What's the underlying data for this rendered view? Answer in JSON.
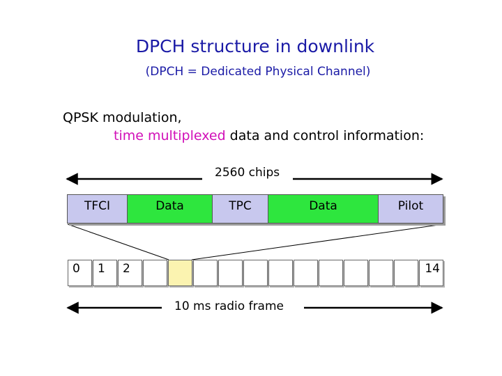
{
  "title": "DPCH structure in downlink",
  "subtitle": "(DPCH = Dedicated Physical Channel)",
  "description": {
    "line1": "QPSK modulation,",
    "line2_highlight": "time multiplexed",
    "line2_rest": " data and control information:"
  },
  "chips_label": "2560 chips",
  "frame_label": "10 ms radio frame",
  "fields": [
    {
      "label": "TFCI",
      "color": "#c8c8ee"
    },
    {
      "label": "Data",
      "color": "#2ee63e"
    },
    {
      "label": "TPC",
      "color": "#c8c8ee"
    },
    {
      "label": "Data",
      "color": "#2ee63e"
    },
    {
      "label": "Pilot",
      "color": "#c8c8ee"
    }
  ],
  "slots": {
    "labels": [
      "0",
      "1",
      "2",
      "",
      "",
      "",
      "",
      "",
      "",
      "",
      "",
      "",
      "",
      "",
      "14"
    ],
    "highlight_color": "#fbf3b0"
  }
}
